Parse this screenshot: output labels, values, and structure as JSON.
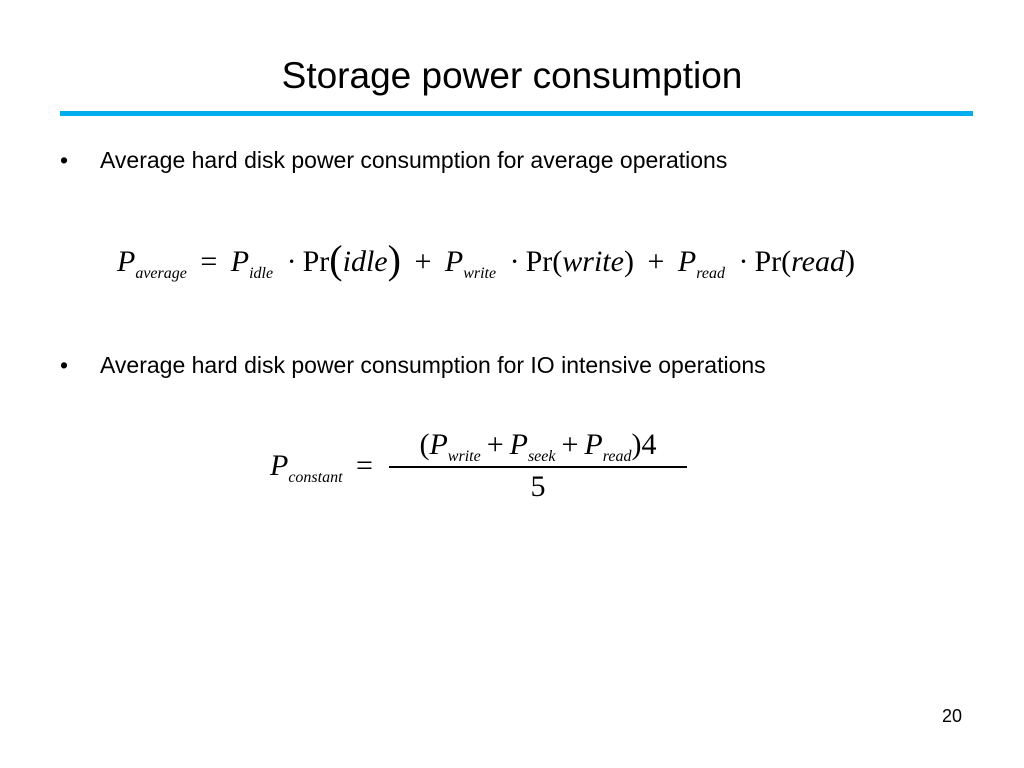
{
  "slide": {
    "title": "Storage power consumption",
    "accent_color": "#00aeef",
    "bullets": [
      {
        "marker": "•",
        "text": "Average hard disk power consumption for average operations"
      },
      {
        "marker": "•",
        "text": "Average hard disk power consumption for IO intensive operations"
      }
    ],
    "equation1": {
      "lhs_symbol": "P",
      "lhs_sub": "average",
      "equals": "=",
      "t1_symbol": "P",
      "t1_sub": "idle",
      "dot": "·",
      "pr": "Pr",
      "lparen_big": "(",
      "t1_arg": "idle",
      "rparen_big": ")",
      "plus": "+",
      "t2_symbol": "P",
      "t2_sub": "write",
      "t2_arg": "write",
      "t3_symbol": "P",
      "t3_sub": "read",
      "t3_arg": "read",
      "lparen": "(",
      "rparen": ")"
    },
    "equation2": {
      "lhs_symbol": "P",
      "lhs_sub": "constant",
      "equals": "=",
      "lparen": "(",
      "n1_symbol": "P",
      "n1_sub": "write",
      "plus": "+",
      "n2_symbol": "P",
      "n2_sub": "seek",
      "n3_symbol": "P",
      "n3_sub": "read",
      "rparen_factor": ")4",
      "denominator": "5"
    },
    "page_number": "20"
  }
}
